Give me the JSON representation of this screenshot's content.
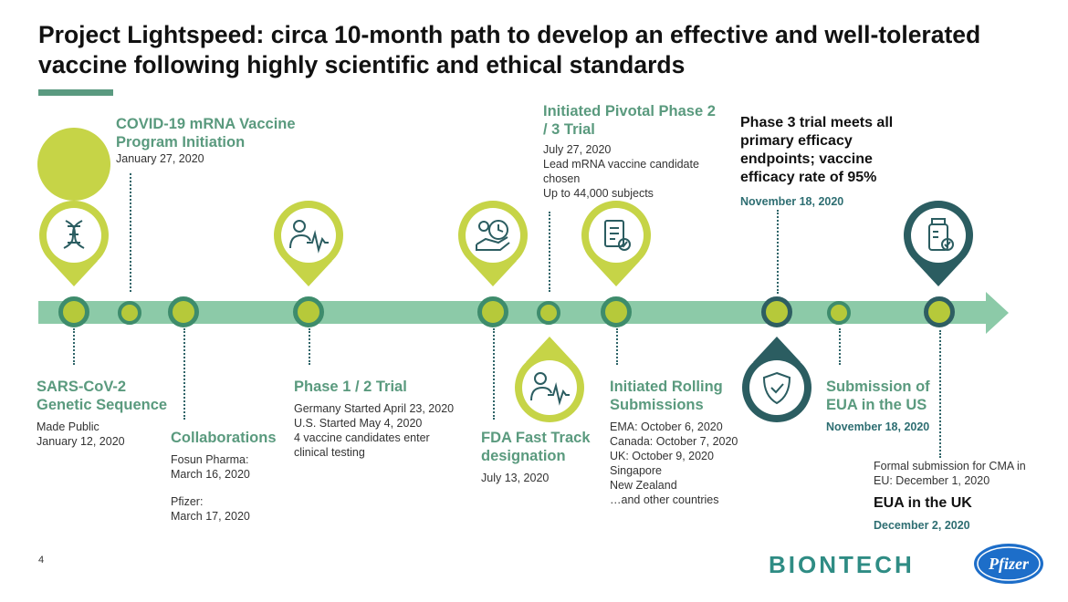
{
  "title": "Project Lightspeed: circa 10-month path to develop an effective and well-tolerated vaccine following highly scientific and ethical standards",
  "milestones": {
    "sars": {
      "heading": "SARS-CoV-2 Genetic Sequence",
      "lines": [
        "Made Public",
        "January 12, 2020"
      ],
      "icon": "dna-icon"
    },
    "program": {
      "heading": "COVID-19 mRNA Vaccine Program Initiation",
      "date": "January 27, 2020"
    },
    "collab": {
      "heading": "Collaborations",
      "lines": [
        "Fosun Pharma:",
        "March 16, 2020",
        "Pfizer:",
        "March 17, 2020"
      ]
    },
    "phase12": {
      "heading": "Phase 1 / 2 Trial",
      "lines": [
        "Germany Started April 23, 2020",
        "U.S. Started May 4, 2020",
        "4 vaccine candidates enter",
        "clinical testing"
      ],
      "icon": "patient-heartbeat-icon"
    },
    "fasttrack": {
      "heading": "FDA Fast Track designation",
      "date": "July 13, 2020",
      "icon": "hand-clock-gear-icon"
    },
    "pivotal": {
      "heading": "Initiated Pivotal Phase 2 / 3 Trial",
      "lines": [
        "July 27, 2020",
        "Lead mRNA vaccine candidate",
        "chosen",
        "Up to 44,000 subjects"
      ],
      "icon": "patient-heartbeat-icon"
    },
    "rolling": {
      "heading": "Initiated Rolling Submissions",
      "lines": [
        "EMA: October 6, 2020",
        "Canada: October 7, 2020",
        "UK: October 9, 2020",
        "Singapore",
        "New Zealand",
        "…and other countries"
      ],
      "icon": "clipboard-check-icon"
    },
    "phase3": {
      "heading": "Phase 3 trial meets all primary efficacy endpoints; vaccine efficacy rate of 95%",
      "date": "November 18, 2020",
      "icon": "shield-check-icon"
    },
    "eua_us": {
      "heading": "Submission of EUA in the US",
      "date": "November 18, 2020"
    },
    "eua_uk": {
      "note": "Formal submission for CMA in EU: December 1, 2020",
      "heading": "EUA in the UK",
      "date": "December 2, 2020",
      "icon": "vaccine-vial-icon"
    }
  },
  "page_number": "4",
  "logos": {
    "biontech": "BIONTECH",
    "pfizer": "Pfizer"
  },
  "colors": {
    "timeline": "#8ccaa8",
    "node_lime": "#b6c93a",
    "node_green": "#3e8c6c",
    "node_dark": "#2e5e62",
    "pin_lime": "#c6d447",
    "pin_dark": "#2b5d61",
    "heading_green": "#5a9a7e"
  }
}
